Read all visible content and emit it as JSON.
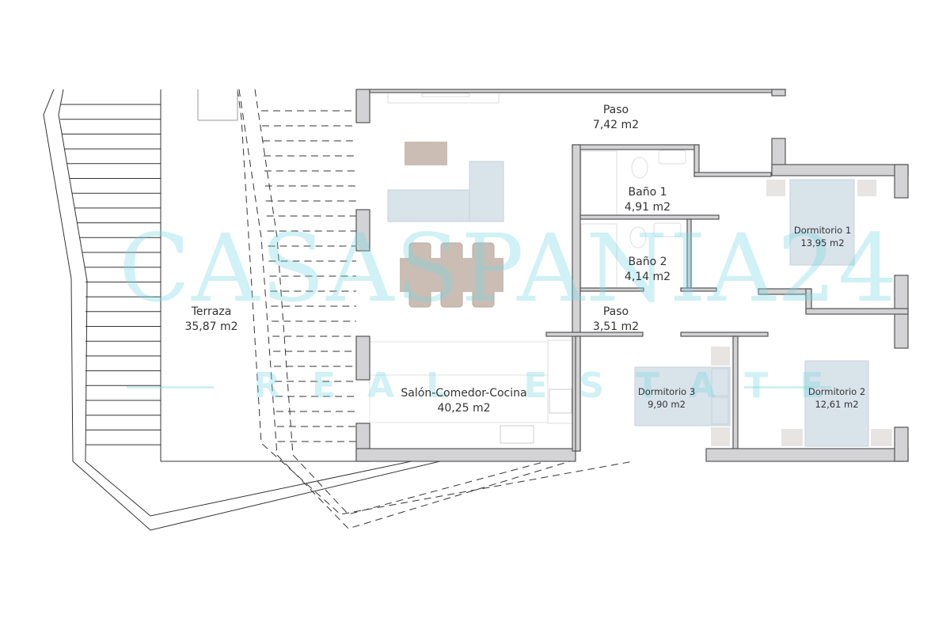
{
  "rooms": [
    {
      "name": "Paso",
      "area": "7,42 m2"
    },
    {
      "name": "Baño 1",
      "area": "4,91 m2"
    },
    {
      "name": "Baño 2",
      "area": "4,14 m2"
    },
    {
      "name": "Paso",
      "area": "3,51 m2"
    },
    {
      "name": "Terraza",
      "area": "35,87 m2"
    },
    {
      "name": "Salón-Comedor-Cocina",
      "area": "40,25 m2"
    },
    {
      "name": "Dormitorio 1",
      "area": "13,95 m2"
    },
    {
      "name": "Dormitorio 2",
      "area": "12,61 m2"
    },
    {
      "name": "Dormitorio 3",
      "area": "9,90 m2"
    }
  ],
  "watermark": {
    "title": "CASASPANIA24",
    "subtitle": "REAL ESTATE"
  },
  "colors": {
    "wall": "#d3d3d5",
    "wall_stroke": "#555555",
    "sofa": "#d9e3ea",
    "table": "#cbbdb3",
    "watermark": "#78d7e1"
  }
}
